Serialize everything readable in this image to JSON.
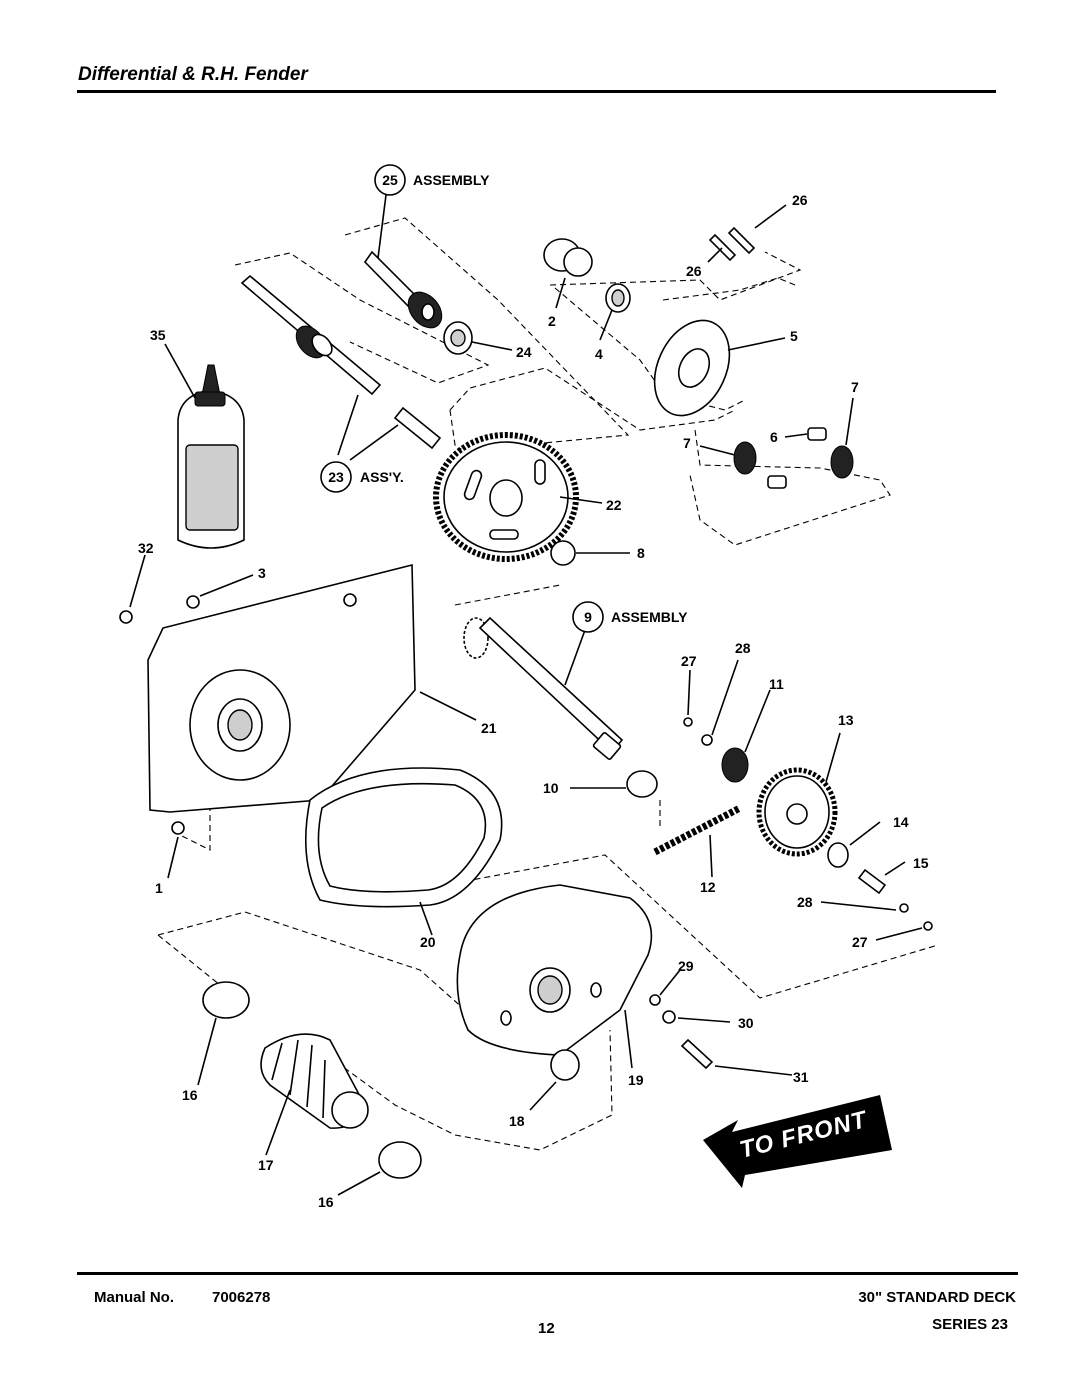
{
  "header": {
    "title": "Differential & R.H. Fender"
  },
  "callouts": {
    "assembly_25_num": "25",
    "assembly_25_label": "ASSEMBLY",
    "assy_23_num": "23",
    "assy_23_label": "ASS'Y.",
    "assembly_9_num": "9",
    "assembly_9_label": "ASSEMBLY",
    "p26a": "26",
    "p26b": "26",
    "p2": "2",
    "p4": "4",
    "p24": "24",
    "p35": "35",
    "p5": "5",
    "p7a": "7",
    "p7b": "7",
    "p6": "6",
    "p22": "22",
    "p8": "8",
    "p32": "32",
    "p3": "3",
    "p21": "21",
    "p27a": "27",
    "p28a": "28",
    "p11": "11",
    "p13": "13",
    "p10": "10",
    "p14": "14",
    "p15": "15",
    "p12": "12",
    "p1": "1",
    "p28b": "28",
    "p27b": "27",
    "p20": "20",
    "p29": "29",
    "p30": "30",
    "p31": "31",
    "p19": "19",
    "p16a": "16",
    "p18": "18",
    "p17": "17",
    "p16b": "16"
  },
  "direction_label": "TO FRONT",
  "footer": {
    "manual_label": "Manual No.",
    "manual_number": "7006278",
    "page_number": "12",
    "deck": "30\" STANDARD DECK",
    "series": "SERIES 23"
  }
}
